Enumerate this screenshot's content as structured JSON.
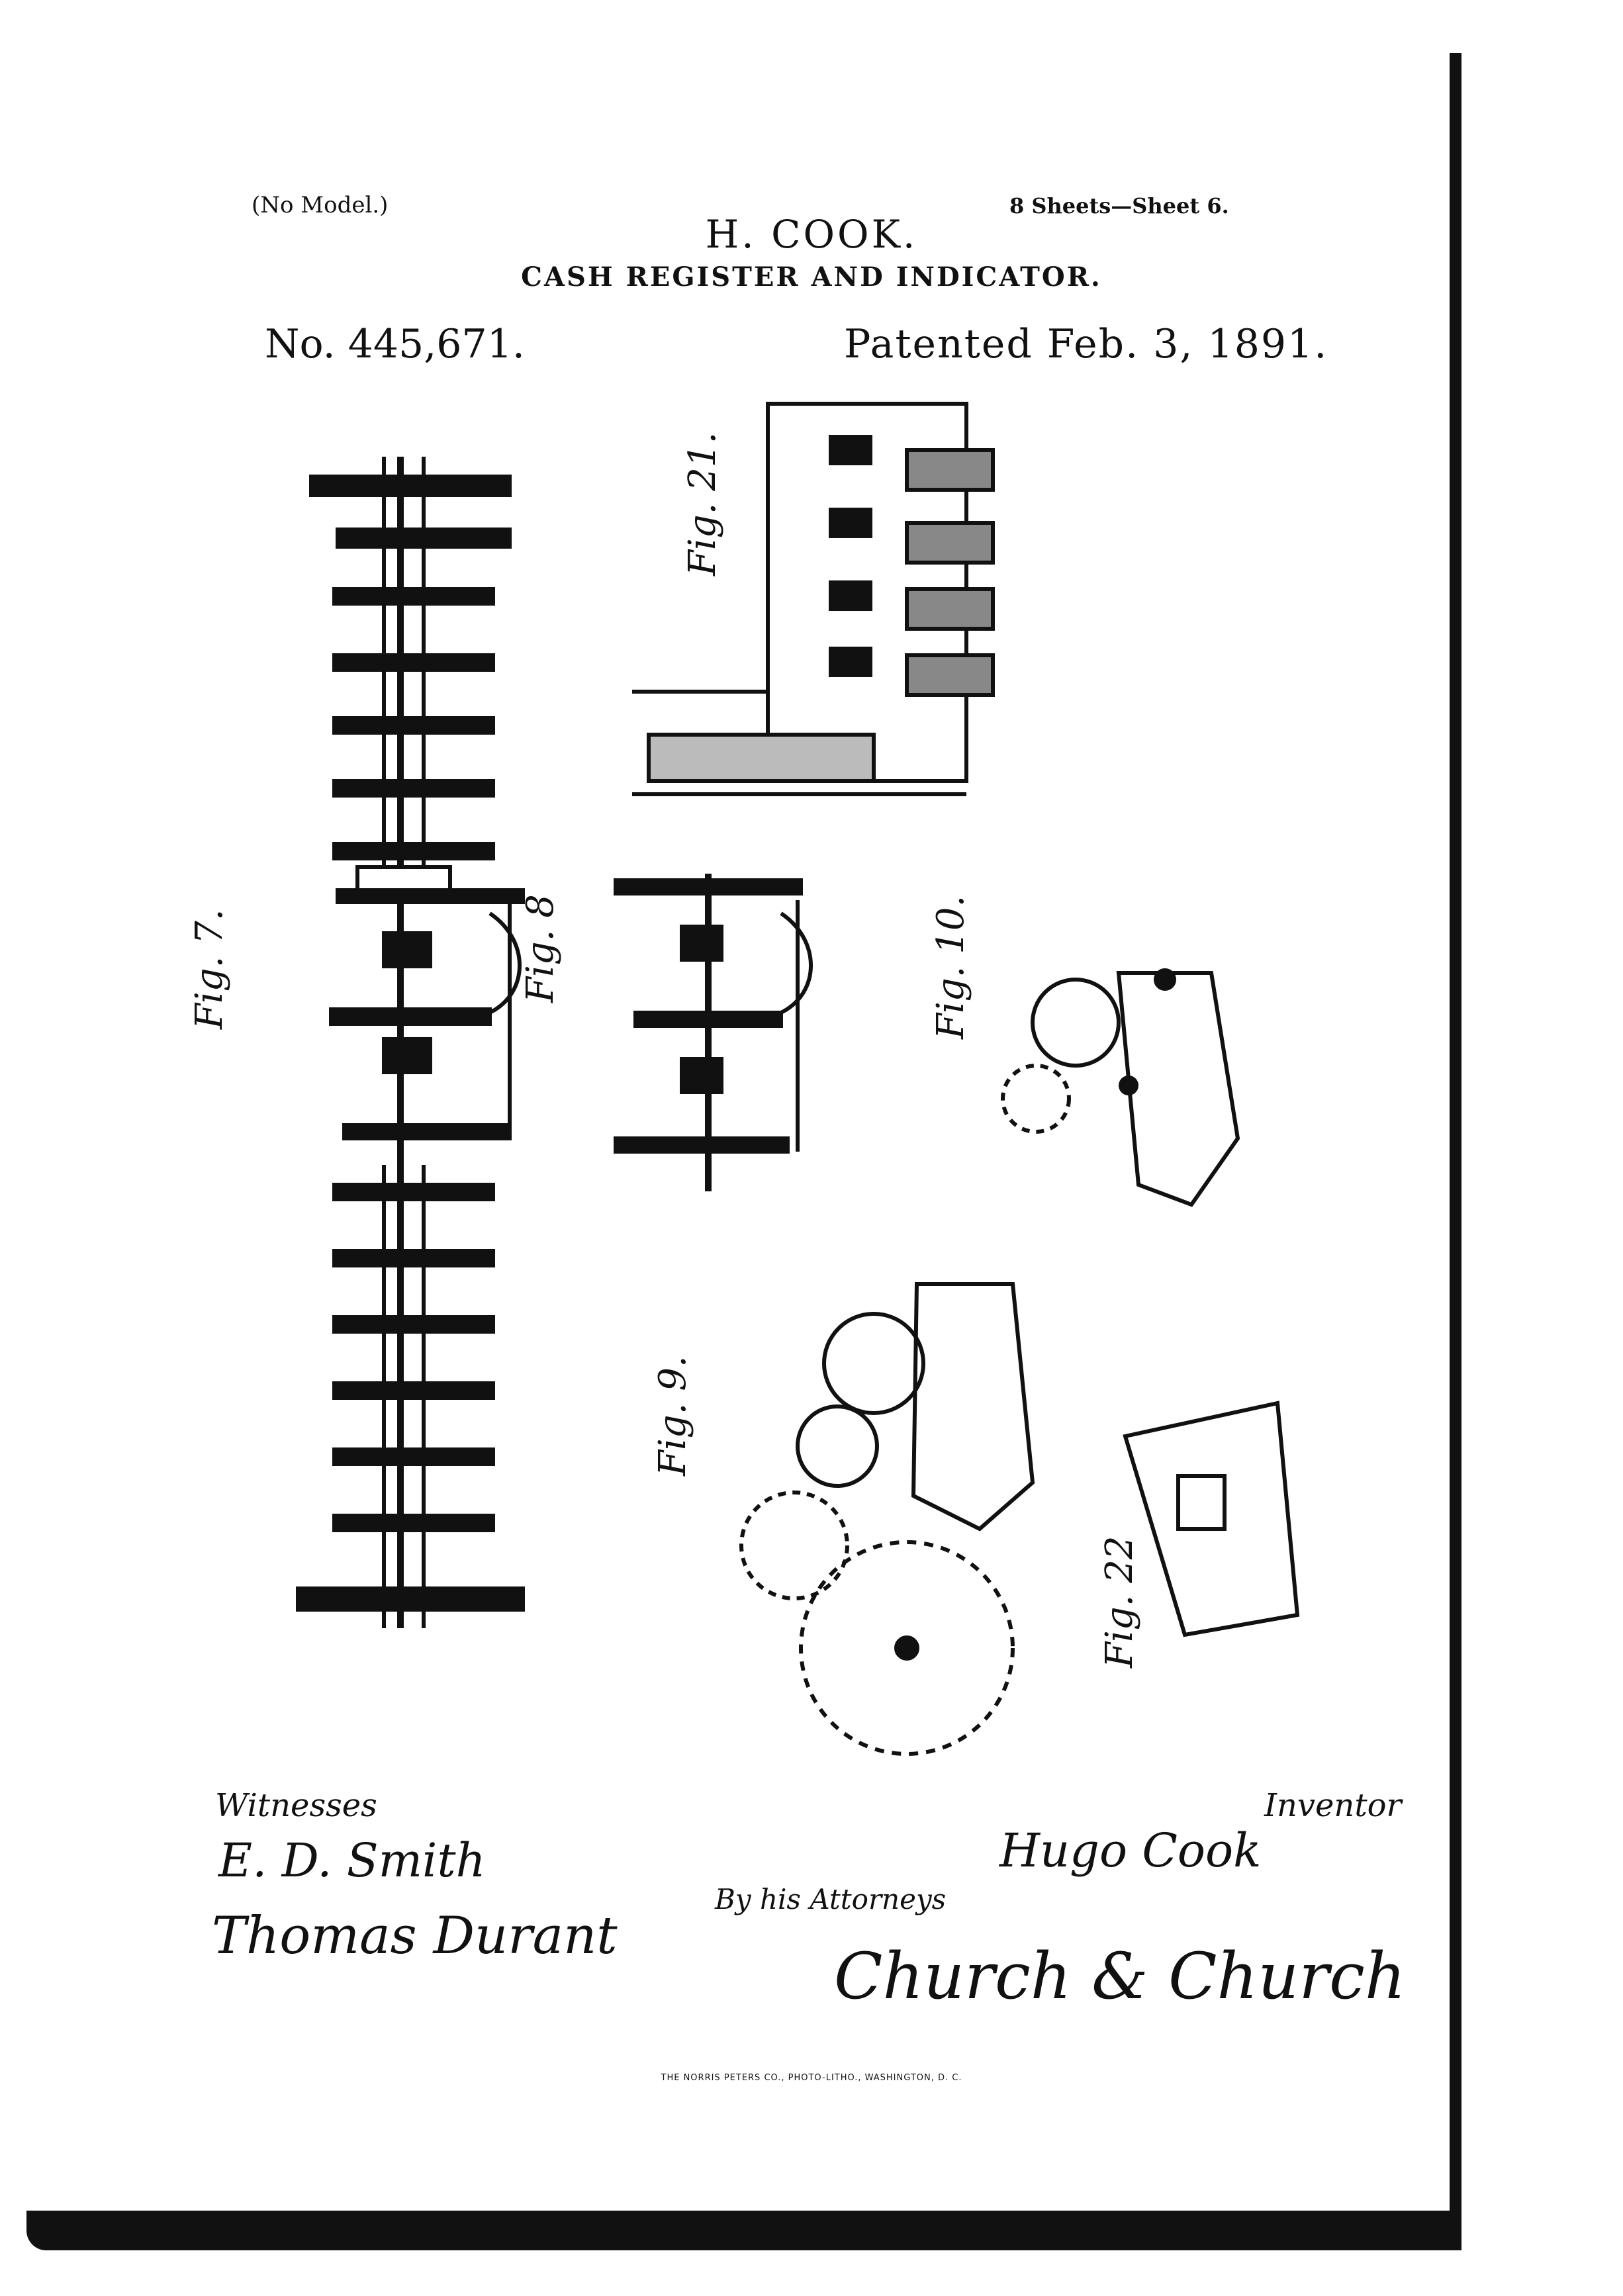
{
  "header": {
    "model": "(No Model.)",
    "sheets": "8 Sheets—Sheet 6.",
    "inventor_name": "H. COOK.",
    "title": "CASH REGISTER AND INDICATOR.",
    "patent_number": "No. 445,671.",
    "patent_date": "Patented Feb. 3, 1891."
  },
  "figures": {
    "fig7": "Fig. 7.",
    "fig8": "Fig. 8",
    "fig9": "Fig. 9.",
    "fig10": "Fig. 10.",
    "fig21": "Fig. 21.",
    "fig22": "Fig. 22"
  },
  "footer": {
    "witnesses_label": "Witnesses",
    "witness_1": "E. D. Smith",
    "witness_2": "Thomas Durant",
    "inventor_label": "Inventor",
    "inventor_signature": "Hugo Cook",
    "attorneys_label": "By his Attorneys",
    "attorney_signature": "Church & Church",
    "printer": "THE NORRIS PETERS CO., PHOTO-LITHO., WASHINGTON, D. C."
  }
}
